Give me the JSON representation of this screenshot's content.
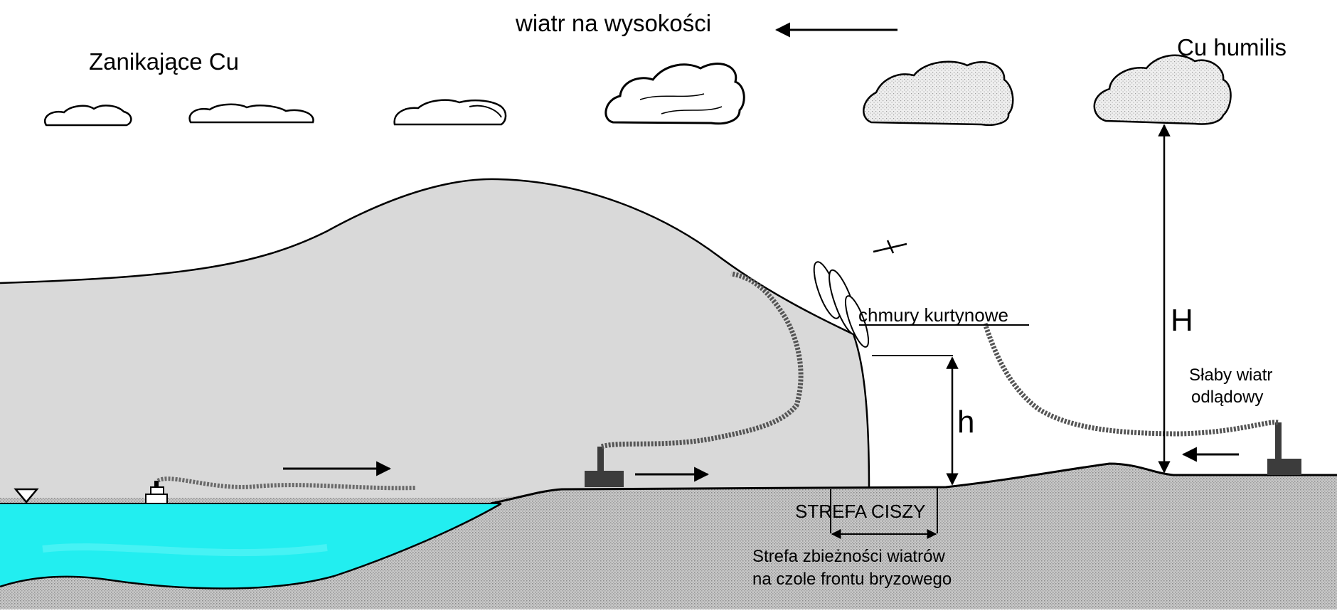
{
  "labels": {
    "wind_aloft": "wiatr na wysokości",
    "decaying_cu": "Zanikające  Cu",
    "cu_humilis": "Cu humilis",
    "curtain_clouds": "chmury kurtynowe",
    "H": "H",
    "h": "h",
    "weak_offshore_wind_line1": "Słaby  wiatr",
    "weak_offshore_wind_line2": "odlądowy",
    "calm_zone": "STREFA  CISZY",
    "convergence_line1": "Strefa  zbieżności  wiatrów",
    "convergence_line2": "na czole frontu  bryzowego"
  },
  "colors": {
    "sea": "#22eef0",
    "ground": "#c4c4c4",
    "marine_air": "#d8d8d8",
    "cloud_fill": "#e6e6e6",
    "ink": "#000000",
    "smoke": "#555555",
    "chimney": "#3c3c3c"
  },
  "icons": [
    "water-level-triangle-icon",
    "ship-icon",
    "factory-icon",
    "airplane-icon"
  ]
}
